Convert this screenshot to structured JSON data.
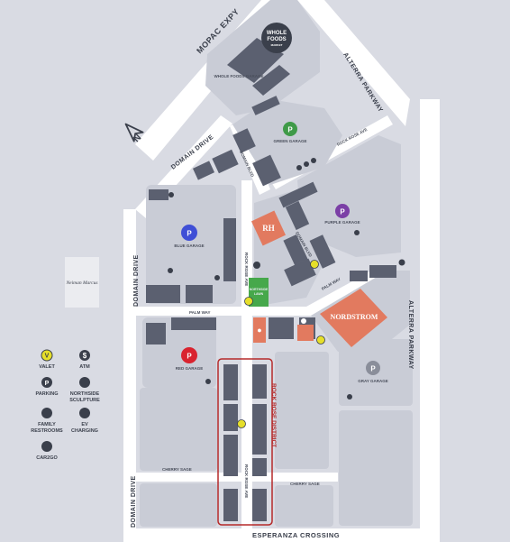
{
  "colors": {
    "background": "#d9dbe3",
    "block": "#c9ccd6",
    "building": "#5b6070",
    "road": "#ffffff",
    "accent": "#e27a5f",
    "district_border": "#b52a2a",
    "green": "#46a84b",
    "parking_green": "#3f9a48",
    "parking_blue": "#3f4fd6",
    "parking_red": "#d9232f",
    "parking_purple": "#7b3fa6",
    "parking_gray": "#8a8e9a",
    "valet": "#e6df2a"
  },
  "roads": {
    "mopac": "MOPAC EXPY",
    "alterra_top": "ALTERRA PARKWAY",
    "alterra_right": "ALTERRA PARKWAY",
    "domain_drive_top": "DOMAIN DRIVE",
    "domain_drive_left": "DOMAIN DRIVE",
    "domain_drive_bottom": "DOMAIN DRIVE",
    "esperanza": "ESPERANZA CROSSING",
    "palm_way": "PALM WAY",
    "palm_way_right": "PALM WAY",
    "cherry_sage_left": "CHERRY SAGE",
    "cherry_sage_right": "CHERRY SAGE",
    "rock_rose_top": "ROCK ROSE AVE",
    "rock_rose_mid": "ROCK ROSE AVE",
    "rock_rose_bottom": "ROCK ROSE AVE",
    "domain_blvd": "DOMAIN BLVD",
    "domain_blvd_2": "DOMAIN BLVD"
  },
  "places": {
    "whole_foods_line1": "WHOLE",
    "whole_foods_line2": "FOODS",
    "whole_foods_line3": "MARKET",
    "whole_foods_garage": "WHOLE FOODS GARAGE",
    "green_garage": "GREEN GARAGE",
    "blue_garage": "BLUE GARAGE",
    "red_garage": "RED GARAGE",
    "purple_garage": "PURPLE GARAGE",
    "gray_garage": "GRAY GARAGE",
    "rh": "RH",
    "nordstrom": "NORDSTROM",
    "neiman_marcus": "Neiman Marcus",
    "northside_lawn_line1": "NORTHSIDE",
    "northside_lawn_line2": "LAWN",
    "rock_rose_district": "ROCK ROSE DISTRICT",
    "apple_icon_name": "apple-icon"
  },
  "legend": {
    "valet": "VALET",
    "atm": "ATM",
    "parking": "PARKING",
    "sculpture_line1": "NORTHSIDE",
    "sculpture_line2": "SCULPTURE",
    "restrooms_line1": "FAMILY",
    "restrooms_line2": "RESTROOMS",
    "charging_line1": "EV",
    "charging_line2": "CHARGING",
    "cargo": "CAR2GO",
    "valet_glyph": "V",
    "atm_glyph": "$",
    "parking_glyph": "P"
  },
  "icons": {
    "compass": "north-arrow-icon",
    "north_glyph": "N"
  }
}
